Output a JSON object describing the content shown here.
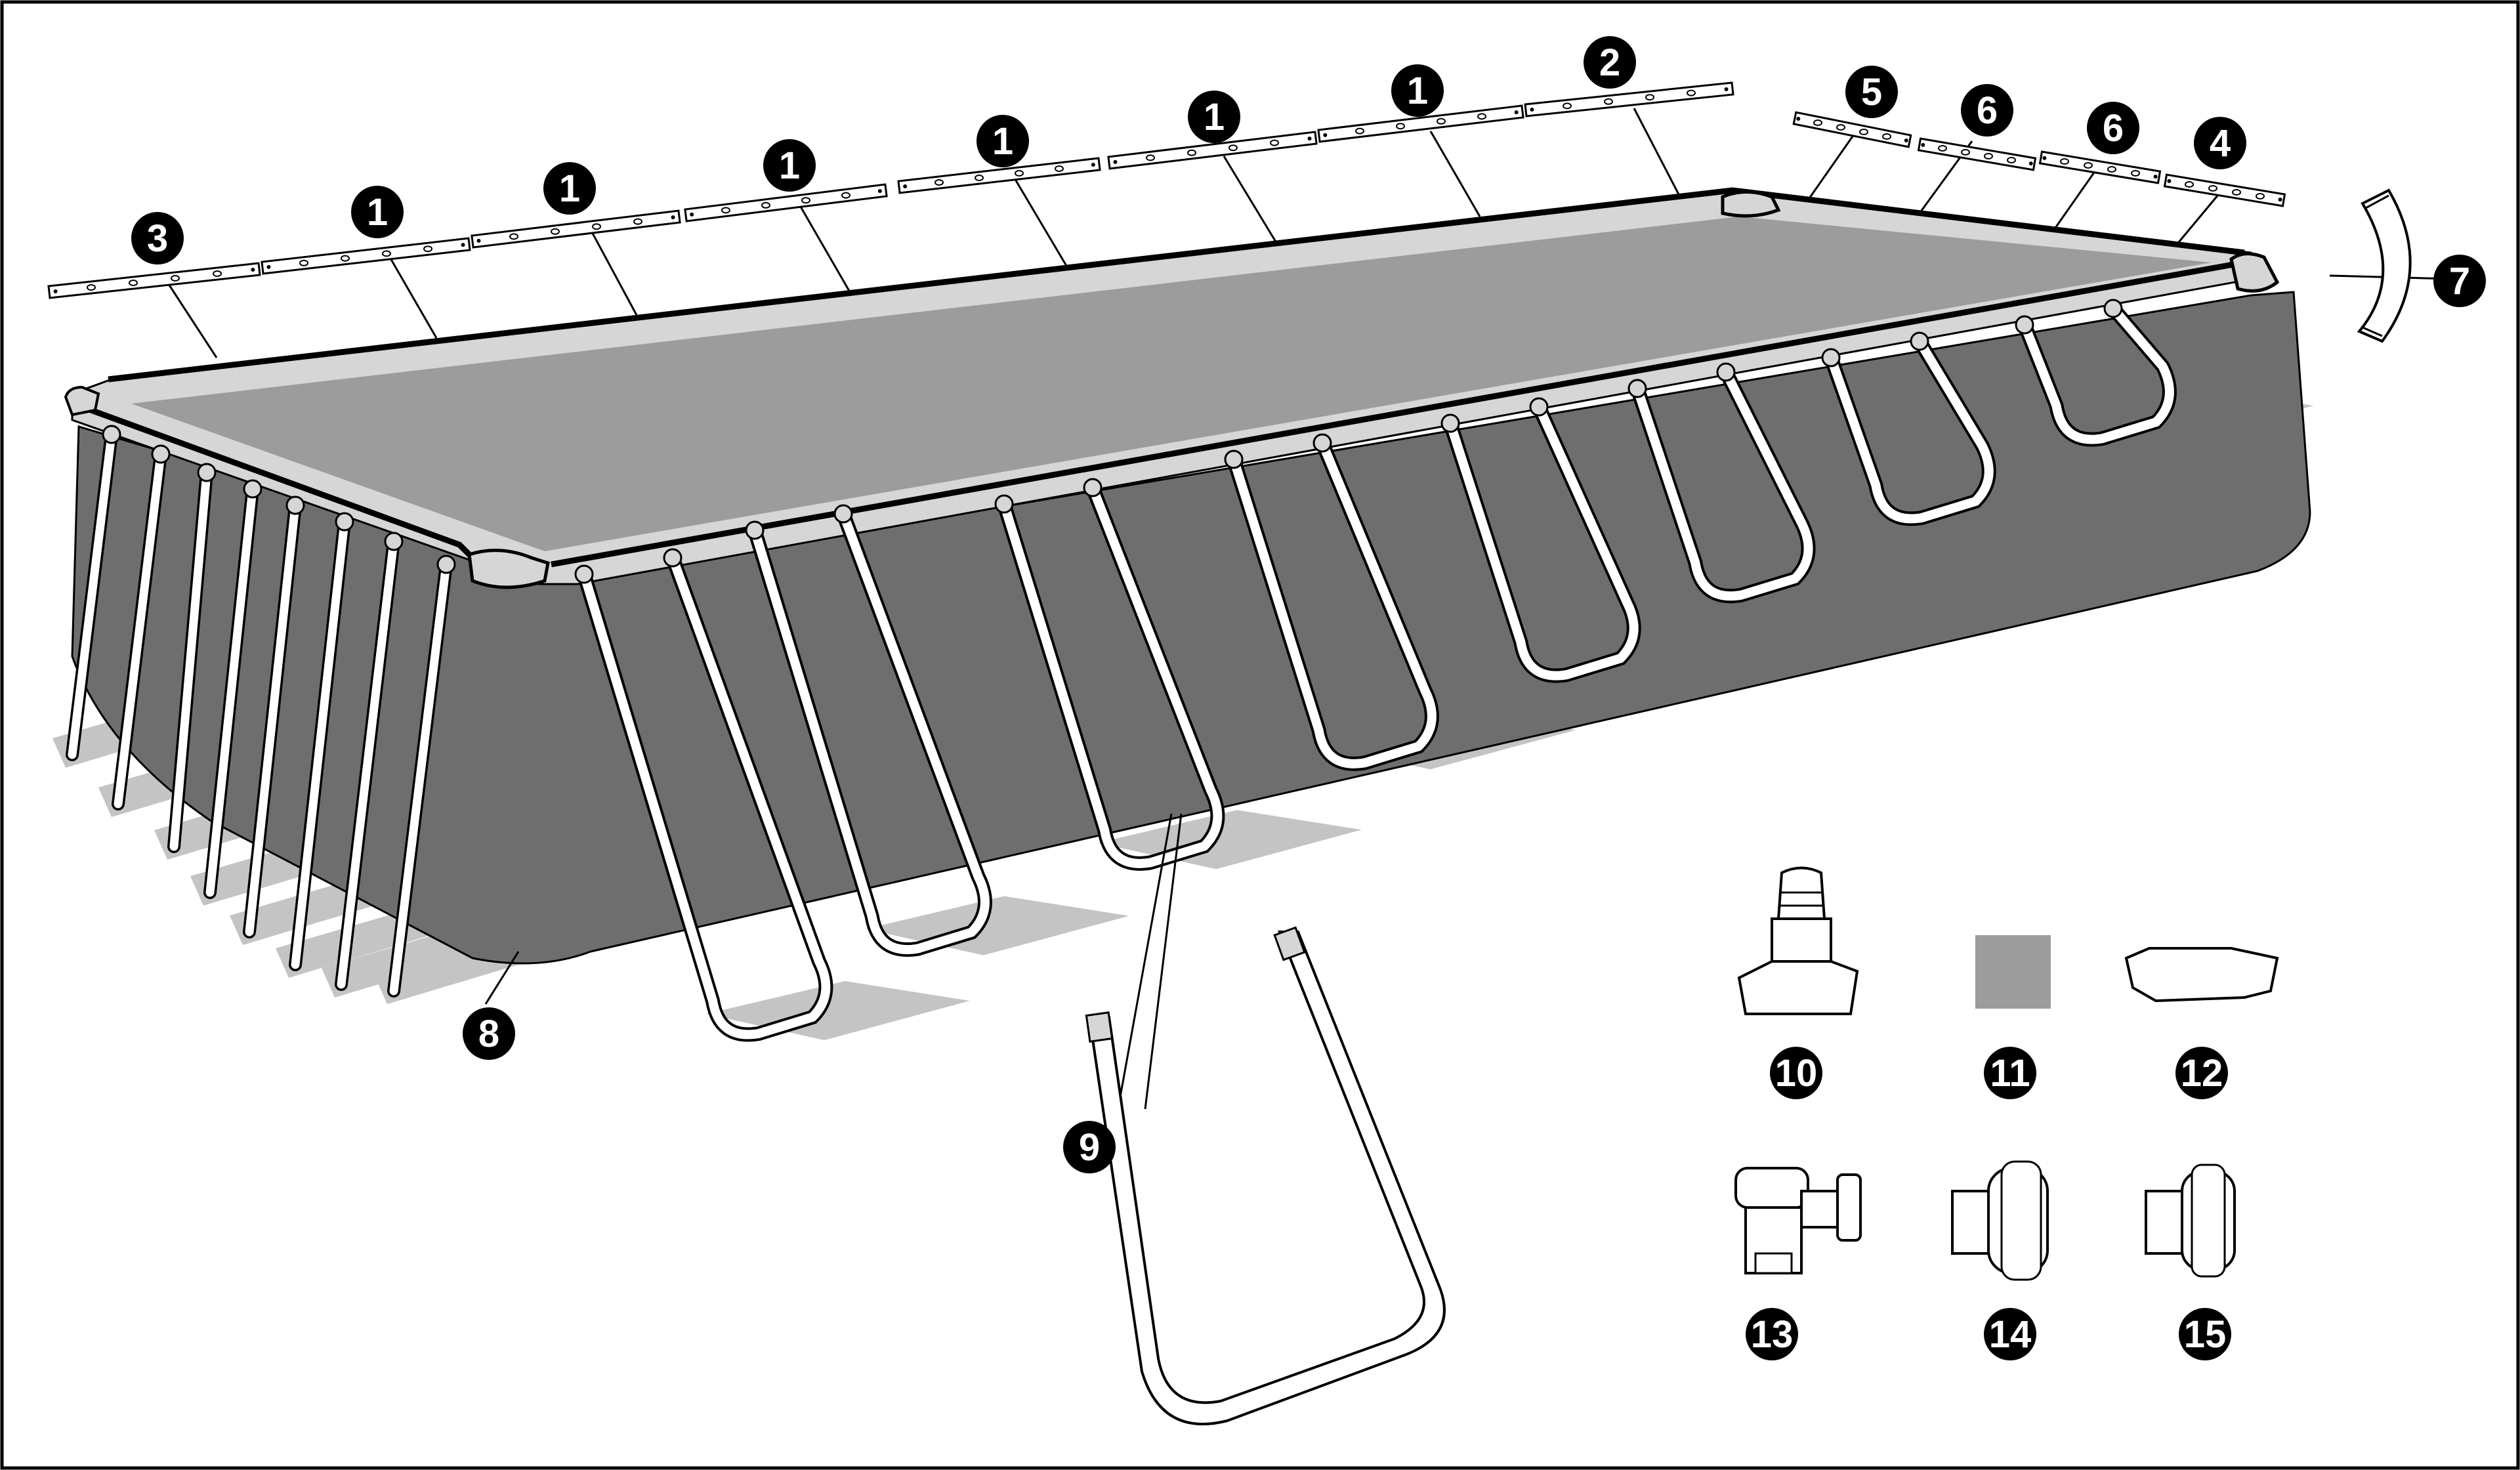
{
  "diagram": {
    "colors": {
      "outline": "#000000",
      "pool_wall": "#6e6e6e",
      "water": "#9b9c9b",
      "liner_rim": "#d6d6d6",
      "leg": "#ffffff",
      "shadow": "#c4c4c4",
      "callout_fill": "#000000",
      "callout_text": "#ffffff"
    },
    "callouts": [
      {
        "id": "c3",
        "label": "3"
      },
      {
        "id": "c1a",
        "label": "1"
      },
      {
        "id": "c1b",
        "label": "1"
      },
      {
        "id": "c1c",
        "label": "1"
      },
      {
        "id": "c1d",
        "label": "1"
      },
      {
        "id": "c1e",
        "label": "1"
      },
      {
        "id": "c1f",
        "label": "1"
      },
      {
        "id": "c2",
        "label": "2"
      },
      {
        "id": "c5",
        "label": "5"
      },
      {
        "id": "c6a",
        "label": "6"
      },
      {
        "id": "c6b",
        "label": "6"
      },
      {
        "id": "c4",
        "label": "4"
      },
      {
        "id": "c7",
        "label": "7"
      },
      {
        "id": "c8",
        "label": "8"
      },
      {
        "id": "c9",
        "label": "9"
      },
      {
        "id": "c10",
        "label": "10"
      },
      {
        "id": "c11",
        "label": "11"
      },
      {
        "id": "c12",
        "label": "12"
      },
      {
        "id": "c13",
        "label": "13"
      },
      {
        "id": "c14",
        "label": "14"
      },
      {
        "id": "c15",
        "label": "15"
      }
    ],
    "parts": [
      {
        "id": "p10",
        "icon": "hose-adapter-icon"
      },
      {
        "id": "p11",
        "icon": "repair-patch-icon"
      },
      {
        "id": "p12",
        "icon": "strainer-cap-icon"
      },
      {
        "id": "p13",
        "icon": "plunger-valve-icon"
      },
      {
        "id": "p14",
        "icon": "inlet-strainer-icon"
      },
      {
        "id": "p15",
        "icon": "outlet-strainer-icon"
      }
    ]
  }
}
